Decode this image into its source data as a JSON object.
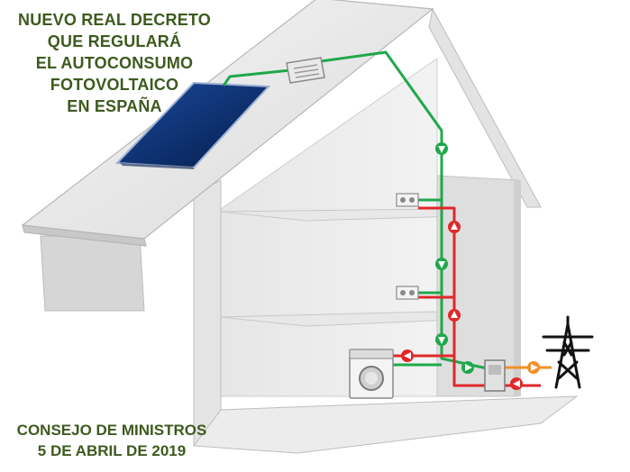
{
  "headline": {
    "lines": [
      "NUEVO REAL DECRETO",
      "QUE REGULARÁ",
      "EL AUTOCONSUMO",
      "FOTOVOLTAICO",
      "EN ESPAÑA"
    ]
  },
  "footer": {
    "lines": [
      "CONSEJO DE MINISTROS",
      "5 DE ABRIL DE 2019"
    ]
  },
  "colors": {
    "headline_text": "#3d5a1e",
    "solar_line": "#1fa84a",
    "grid_line": "#e0282a",
    "export_line": "#f0902a",
    "panel": "#0f2f6e",
    "house_wall": "#f1f1f1",
    "house_shade": "#d2d2d2"
  },
  "icons": {
    "panel": "solar-panel-icon",
    "inverter": "inverter-icon",
    "socket": "wall-socket-icon",
    "washer": "washing-machine-icon",
    "meter": "electric-meter-icon",
    "tower": "transmission-tower-icon",
    "green_arrow": "green-arrow-icon",
    "red_arrow": "red-arrow-icon",
    "orange_arrow": "orange-arrow-icon"
  }
}
